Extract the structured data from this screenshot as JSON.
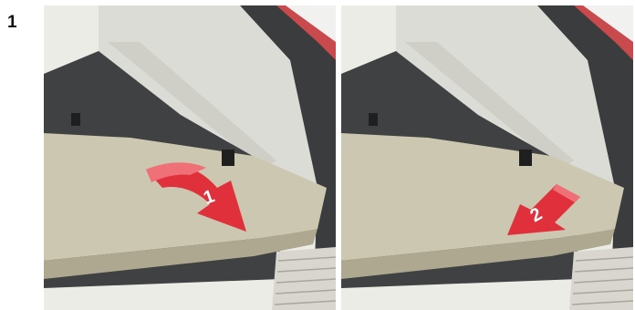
{
  "figure": {
    "step_number": "1",
    "panels": [
      {
        "step_label": "1",
        "arrow": "curved-arrow-down-right"
      },
      {
        "step_label": "2",
        "arrow": "arrow-left"
      }
    ]
  },
  "colors": {
    "arrow_red": "#e0303c",
    "arrow_red_light": "#f07078",
    "cover_beige": "#ccc7b0",
    "interior_grey": "#3a3b3c",
    "trim_light": "#ececE6"
  }
}
